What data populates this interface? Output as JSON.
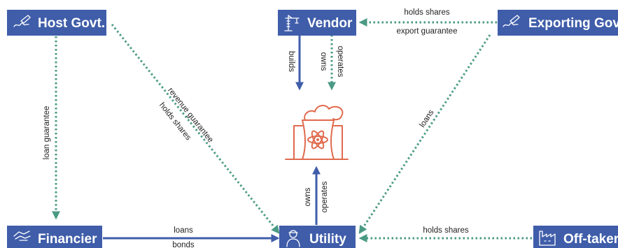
{
  "nodes": {
    "host_govt": {
      "label": "Host Govt.",
      "icon": "signature-hand-icon"
    },
    "vendor": {
      "label": "Vendor",
      "icon": "crane-icon"
    },
    "exporting_govt": {
      "label": "Exporting Govt.",
      "icon": "signature-hand-icon"
    },
    "financier": {
      "label": "Financier",
      "icon": "handshake-money-icon"
    },
    "utility": {
      "label": "Utility",
      "icon": "worker-icon"
    },
    "off_taker": {
      "label": "Off-taker",
      "icon": "factory-icon"
    }
  },
  "center_icon": "nuclear-power-plant-icon",
  "edges": {
    "exporting_to_vendor": {
      "top": "holds shares",
      "bottom": "export guarantee"
    },
    "vendor_builds": "builds",
    "vendor_owns": "owns",
    "vendor_operates": "operates",
    "host_to_financier": "loan guarantee",
    "host_to_utility_a": "revenue guarantee",
    "host_to_utility_b": "holds shares",
    "exporting_to_utility": "loans",
    "utility_owns": "owns",
    "utility_operates": "operates",
    "financier_to_utility_top": "loans",
    "financier_to_utility_bottom": "bonds",
    "offtaker_to_utility": "holds shares"
  },
  "colors": {
    "node": "#3f5da9",
    "flow_solid": "#3f5da9",
    "flow_dotted": "#4a9a84",
    "plant": "#e06a4d"
  }
}
